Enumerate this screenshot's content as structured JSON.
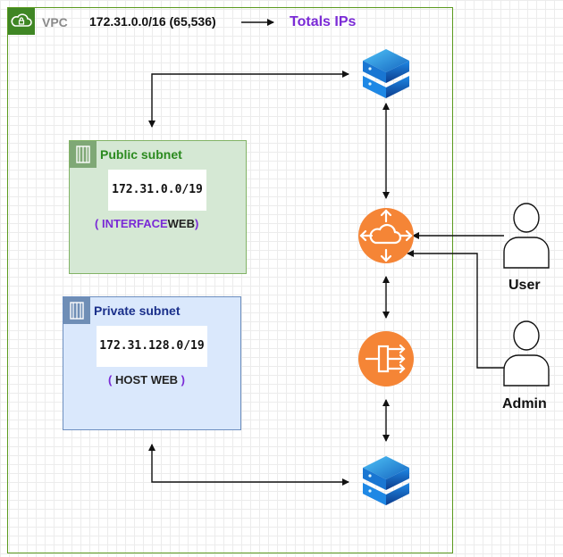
{
  "vpc": {
    "label": "VPC",
    "cidr": "172.31.0.0/16 (65,536)",
    "totals_label": "Totals IPs"
  },
  "public_subnet": {
    "title": "Public subnet",
    "cidr": "172.31.0.0/19",
    "role_open": "(",
    "role_name": "INTERFACE",
    "role_suffix": "WEB",
    "role_close": ")"
  },
  "private_subnet": {
    "title": "Private subnet",
    "cidr": "172.31.128.0/19",
    "role_open": "(",
    "role_name": "HOST WEB",
    "role_close": ")"
  },
  "actors": {
    "user_label": "User",
    "admin_label": "Admin"
  },
  "icons": {
    "vpc": "cloud-lock-icon",
    "subnet": "subnet-icon",
    "server": "server-stack-icon",
    "gateway": "router-cloud-icon",
    "load_balancer": "load-balancer-icon",
    "person": "person-icon"
  },
  "colors": {
    "vpc_border": "#5b9a1e",
    "public_fill": "#d5e8d4",
    "private_fill": "#dae8fc",
    "accent_purple": "#7a2ad6",
    "aws_orange": "#f58536"
  }
}
